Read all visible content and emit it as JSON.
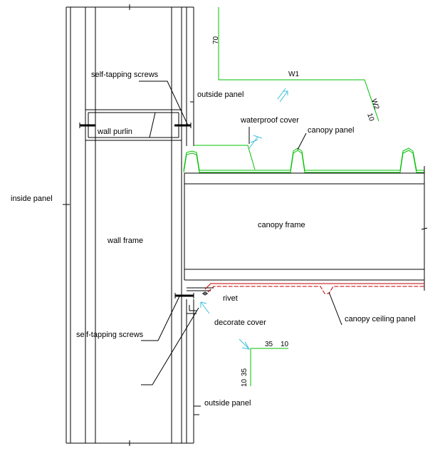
{
  "labels": {
    "self_tapping_screws_top": "self-tapping screws",
    "outside_panel_top": "outside panel",
    "wall_purlin": "wall purlin",
    "waterproof_cover": "waterproof cover",
    "canopy_panel": "canopy panel",
    "inside_panel": "inside panel",
    "wall_frame": "wall frame",
    "canopy_frame": "canopy frame",
    "rivet": "rivet",
    "canopy_ceiling_panel": "canopy ceiling panel",
    "decorate_cover": "decorate cover",
    "self_tapping_screws_bottom": "self-tapping screws",
    "outside_panel_bottom": "outside panel"
  },
  "dimensions": {
    "dim_70": "70",
    "dim_w1": "W1",
    "dim_w2": "W2",
    "dim_10_top": "10",
    "dim_35_horizontal": "35",
    "dim_10_bottom": "10",
    "dim_35_vertical": "35",
    "dim_10_vertical": "10"
  },
  "colors": {
    "outline": "#000000",
    "flashing": "#00c000",
    "ceiling_panel": "#c00000",
    "direction_arrow": "#3cc0d8"
  }
}
